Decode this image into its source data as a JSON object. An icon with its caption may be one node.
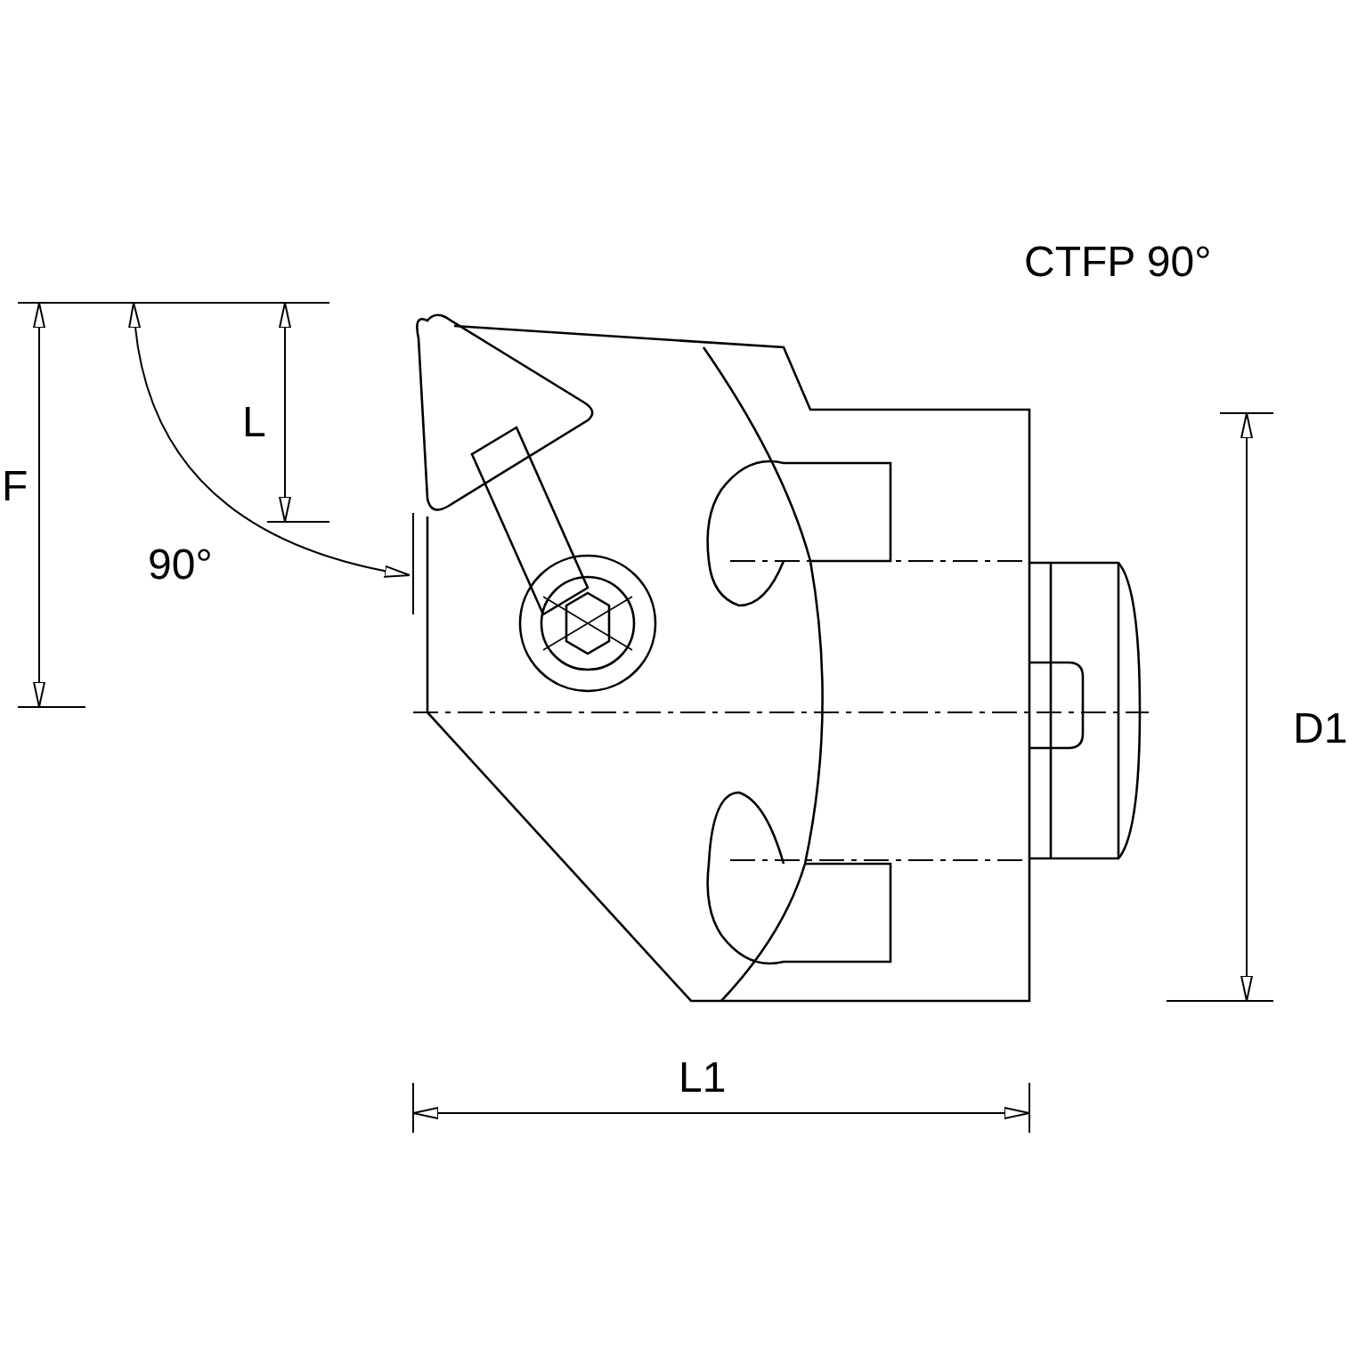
{
  "diagram": {
    "labels": [
      "CTFP 90°",
      "L",
      "F",
      "90°",
      "D1",
      "L1"
    ]
  }
}
